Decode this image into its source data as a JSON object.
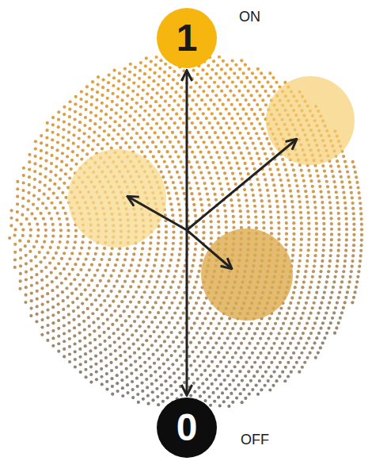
{
  "diagram": {
    "nodes": [
      {
        "text": [
          "1",
          "ON"
        ]
      },
      {
        "text": [
          "0",
          "OFF"
        ]
      }
    ],
    "edges": [
      {
        "from": 0,
        "to": 1,
        "arrow": "both"
      }
    ]
  }
}
